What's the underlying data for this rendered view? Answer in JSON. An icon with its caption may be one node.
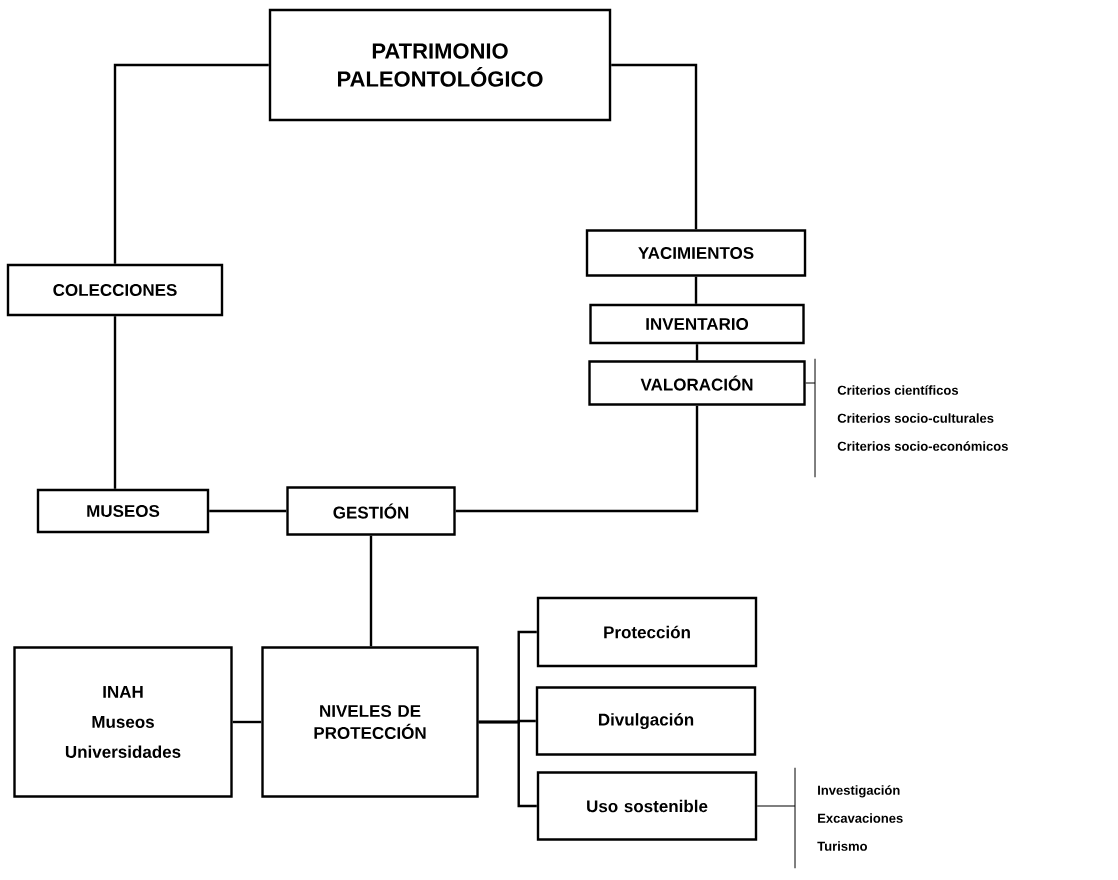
{
  "diagram": {
    "nodes": [
      {
        "text": [
          "PATRIMONIO PALEONTOLÓGICO"
        ]
      },
      {
        "text": [
          "COLECCIONES"
        ]
      },
      {
        "text": [
          "YACIMIENTOS"
        ]
      },
      {
        "text": [
          "INVENTARIO"
        ]
      },
      {
        "text": [
          "VALORACIÓN"
        ]
      },
      {
        "text": [
          "Criterios científicos",
          "Criterios socio-culturales",
          "Criterios socio-económicos"
        ]
      },
      {
        "text": [
          "MUSEOS"
        ]
      },
      {
        "text": [
          "GESTIÓN"
        ]
      },
      {
        "text": [
          "INAH",
          "Museos",
          "Universidades"
        ]
      },
      {
        "text": [
          "NIVELES DE PROTECCIÓN"
        ]
      },
      {
        "text": [
          "Protección"
        ]
      },
      {
        "text": [
          "Divulgación"
        ]
      },
      {
        "text": [
          "Uso sostenible"
        ]
      },
      {
        "text": [
          "Investigación",
          "Excavaciones",
          "Turismo"
        ]
      }
    ],
    "edges": [
      {
        "from": 0,
        "to": 1,
        "arrow": "none"
      },
      {
        "from": 0,
        "to": 2,
        "arrow": "none"
      },
      {
        "from": 2,
        "to": 3,
        "arrow": "none"
      },
      {
        "from": 3,
        "to": 4,
        "arrow": "none"
      },
      {
        "from": 4,
        "to": 5,
        "arrow": "none"
      },
      {
        "from": 1,
        "to": 6,
        "arrow": "none"
      },
      {
        "from": 6,
        "to": 7,
        "arrow": "none"
      },
      {
        "from": 4,
        "to": 7,
        "arrow": "none"
      },
      {
        "from": 7,
        "to": 9,
        "arrow": "none"
      },
      {
        "from": 8,
        "to": 9,
        "arrow": "none"
      },
      {
        "from": 9,
        "to": 10,
        "arrow": "none"
      },
      {
        "from": 9,
        "to": 11,
        "arrow": "none"
      },
      {
        "from": 9,
        "to": 12,
        "arrow": "none"
      },
      {
        "from": 12,
        "to": 13,
        "arrow": "none"
      }
    ]
  }
}
